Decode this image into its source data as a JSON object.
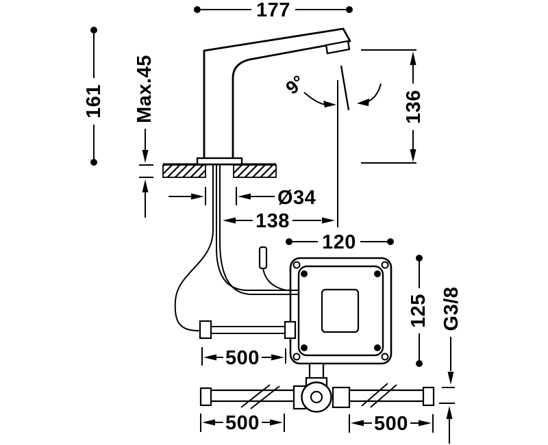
{
  "drawing": {
    "type": "technical-dimension-drawing",
    "subject": "deck-mounted electronic sensor faucet with control box and supply pipes",
    "colors": {
      "line": "#000000",
      "background": "#ffffff"
    },
    "labels": {
      "spout_reach": "177",
      "spout_height": "161",
      "deck_max_thickness": "Max.45",
      "stream_angle": "9°",
      "outlet_height": "136",
      "shank_diameter": "Ø34",
      "outlet_offset": "138",
      "box_width": "120",
      "box_height": "125",
      "pipe_thread": "G3/8",
      "hose_length": "500",
      "pipe_left_length": "500",
      "pipe_right_length": "500"
    }
  }
}
